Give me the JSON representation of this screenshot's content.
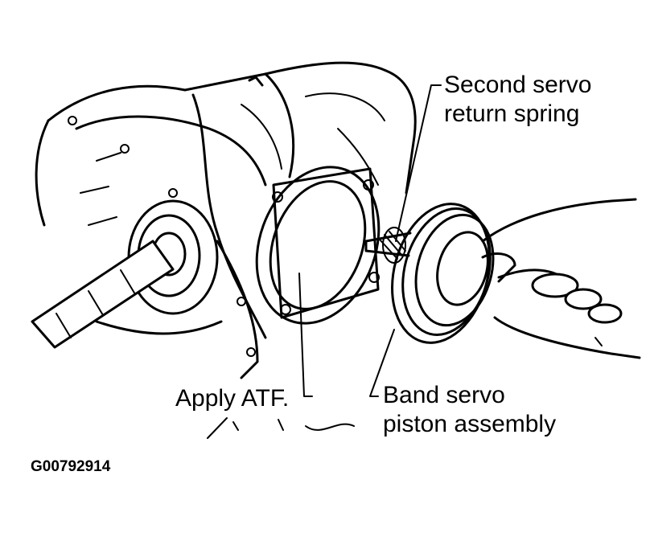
{
  "figure": {
    "id_code": "G00792914"
  },
  "callouts": {
    "second_servo_return_spring": [
      "Second servo",
      "return spring"
    ],
    "apply_atf": "Apply ATF.",
    "band_servo_piston_assembly": [
      "Band servo",
      "piston assembly"
    ]
  },
  "colors": {
    "ink": "#000000",
    "background": "#ffffff"
  }
}
